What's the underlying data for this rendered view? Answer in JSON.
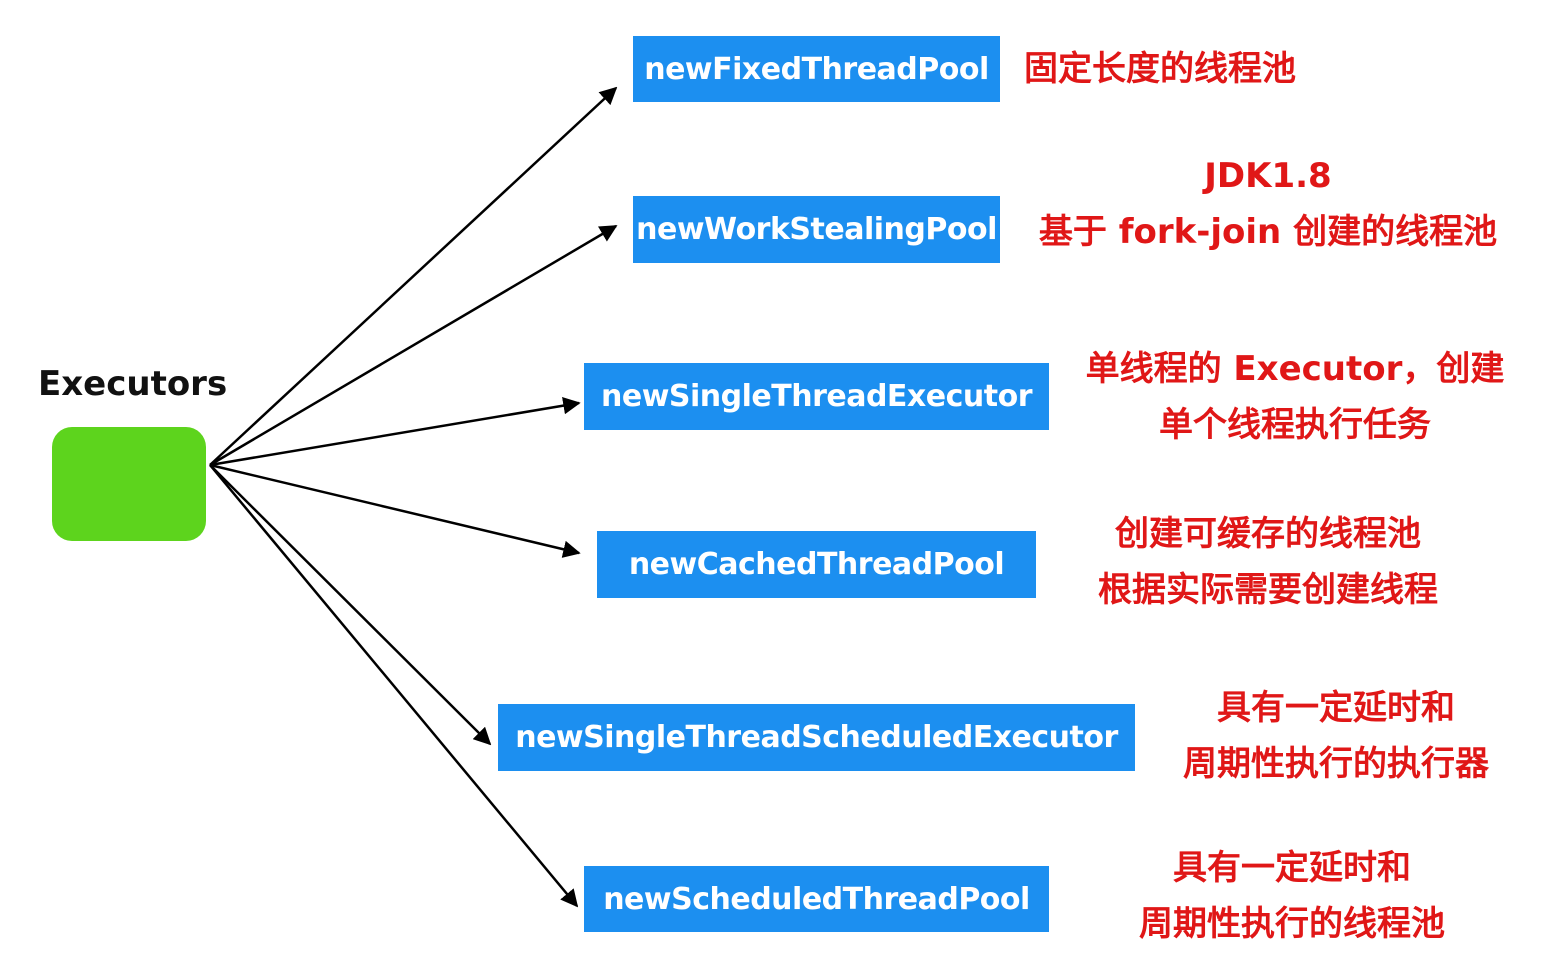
{
  "root": {
    "label": "Executors",
    "color": "#5dd41d"
  },
  "colors": {
    "method_bg": "#1c8ff0",
    "method_text": "#ffffff",
    "desc_text": "#e01717",
    "arrow": "#000000"
  },
  "methods": [
    {
      "name": "newFixedThreadPool",
      "desc": [
        "固定长度的线程池"
      ]
    },
    {
      "name": "newWorkStealingPool",
      "desc": [
        "JDK1.8",
        "基于 fork-join 创建的线程池"
      ]
    },
    {
      "name": "newSingleThreadExecutor",
      "desc": [
        "单线程的 Executor，创建",
        "单个线程执行任务"
      ]
    },
    {
      "name": "newCachedThreadPool",
      "desc": [
        "创建可缓存的线程池",
        "根据实际需要创建线程"
      ]
    },
    {
      "name": "newSingleThreadScheduledExecutor",
      "desc": [
        "具有一定延时和",
        "周期性执行的执行器"
      ]
    },
    {
      "name": "newScheduledThreadPool",
      "desc": [
        "具有一定延时和",
        "周期性执行的线程池"
      ]
    }
  ]
}
